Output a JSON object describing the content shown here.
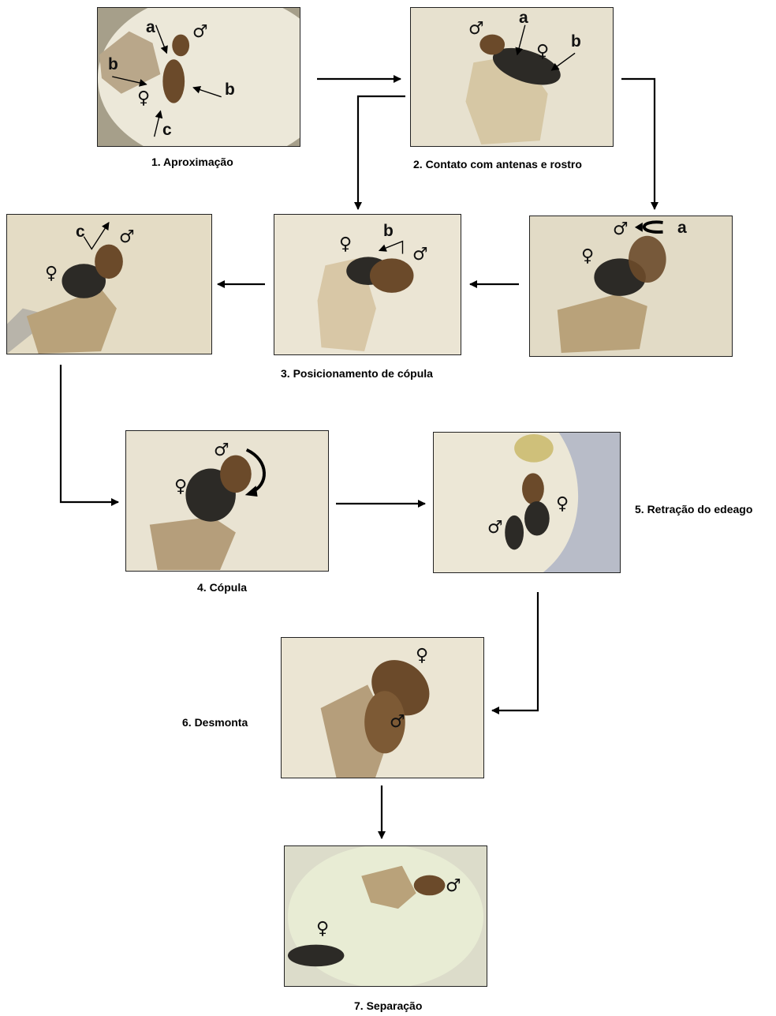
{
  "symbols": {
    "male": "♂",
    "female": "♀"
  },
  "letters": {
    "a": "a",
    "b": "b",
    "c": "c"
  },
  "captions": {
    "step1": "1. Aproximação",
    "step2": "2. Contato com antenas e rostro",
    "step3": "3. Posicionamento de cópula",
    "step4": "4. Cópula",
    "step5": "5. Retração do edeago",
    "step6": "6. Desmonta",
    "step7": "7. Separação"
  },
  "colors": {
    "photo_background": "#ece3c6",
    "photo_vignette": "#8b8573",
    "substrate": "#b9a27a",
    "beetle_dark": "#2c2a26",
    "beetle_brown": "#6b4a2a",
    "arrow": "#000000"
  }
}
